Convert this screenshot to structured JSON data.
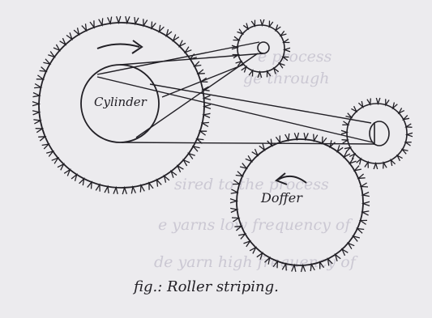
{
  "diagram": {
    "labels": {
      "cylinder": "Cylinder",
      "doffer": "Doffer",
      "caption": "fig.: Roller striping."
    },
    "background_text_lines": [
      "e process",
      "ge through",
      "sired to the process",
      "e yarns low frequency of",
      "de yarn high frequency of"
    ],
    "colors": {
      "paper": "#ecebee",
      "ink": "#222026",
      "faint_ink": "#c9c6d2"
    },
    "icons": {
      "clockwise_arrow": "clockwise-arrow-icon",
      "anticlockwise_arrow": "anticlockwise-arrow-icon"
    }
  }
}
